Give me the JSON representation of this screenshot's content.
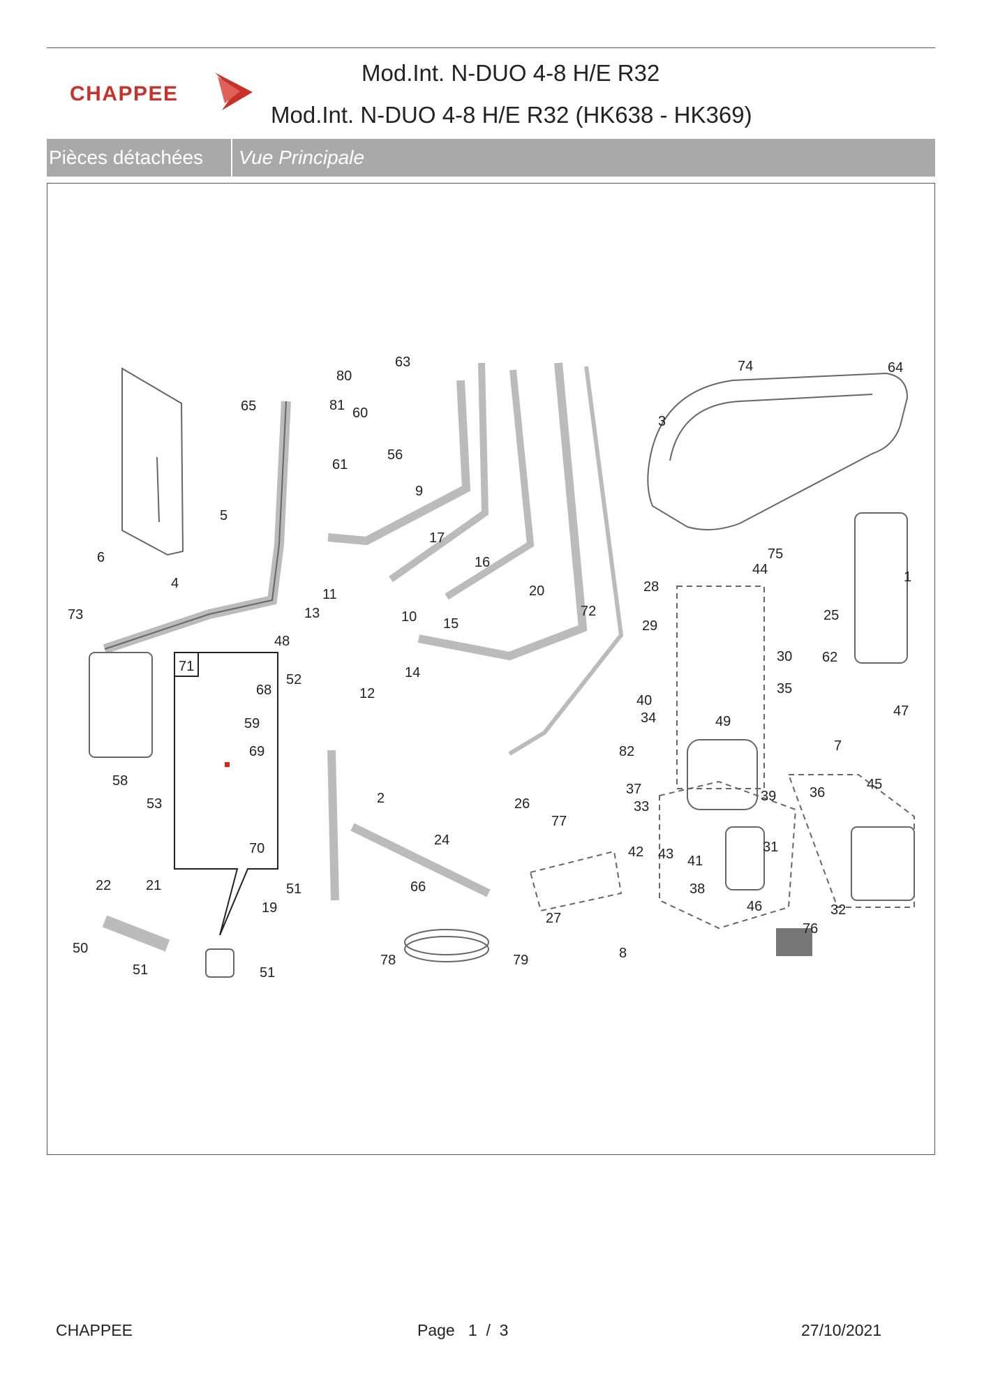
{
  "header": {
    "logo_text": "CHAPPEE",
    "title_line1": "Mod.Int. N-DUO 4-8 H/E R32",
    "title_line2": "Mod.Int. N-DUO 4-8 H/E R32 (HK638 - HK369)"
  },
  "tabs": {
    "section": "Pièces détachées",
    "view": "Vue Principale"
  },
  "colors": {
    "brand": "#c8322d",
    "tabbar": "#a9a9a9"
  },
  "diagram": {
    "inset_label": "71",
    "callouts": [
      "1",
      "2",
      "3",
      "4",
      "5",
      "6",
      "7",
      "8",
      "9",
      "10",
      "11",
      "12",
      "13",
      "14",
      "15",
      "16",
      "17",
      "19",
      "20",
      "21",
      "22",
      "24",
      "25",
      "26",
      "27",
      "28",
      "29",
      "30",
      "31",
      "32",
      "33",
      "34",
      "35",
      "36",
      "37",
      "38",
      "39",
      "40",
      "41",
      "42",
      "43",
      "44",
      "45",
      "46",
      "47",
      "48",
      "49",
      "50",
      "51",
      "52",
      "53",
      "56",
      "58",
      "59",
      "60",
      "61",
      "62",
      "63",
      "64",
      "65",
      "66",
      "68",
      "69",
      "70",
      "72",
      "73",
      "74",
      "75",
      "76",
      "77",
      "78",
      "79",
      "80",
      "81",
      "82"
    ]
  },
  "footer": {
    "brand": "CHAPPEE",
    "page_text": "Page   1  /  3",
    "date": "27/10/2021"
  }
}
